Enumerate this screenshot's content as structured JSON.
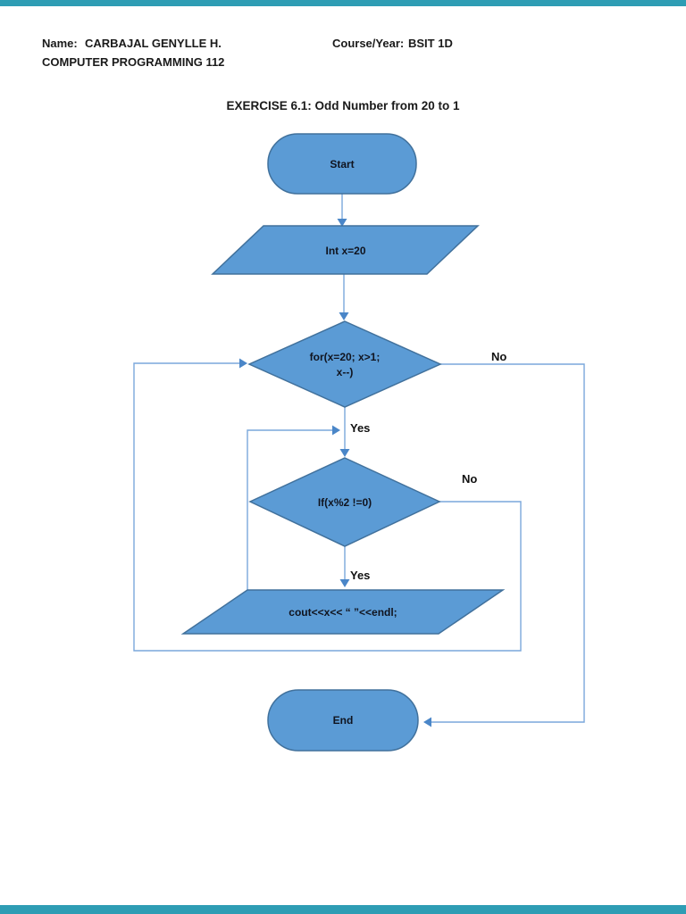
{
  "page": {
    "top_bar_color": "#2E9DB4",
    "bottom_bar_color": "#2E9DB4"
  },
  "header": {
    "name_label": "Name:",
    "name_value": "CARBAJAL GENYLLE H.",
    "course_label": "Course/Year:",
    "course_value": "BSIT 1D",
    "subject_line": "COMPUTER PROGRAMMING 112"
  },
  "title": "EXERCISE 6.1: Odd Number from 20 to 1",
  "flowchart": {
    "shape_fill": "#5B9BD5",
    "shape_border": "#41719C",
    "connector_color": "#7AA7DB",
    "arrowhead_color": "#4A86C8",
    "nodes": {
      "start": "Start",
      "init": "Int x=20",
      "loop_line1": "for(x=20; x>1;",
      "loop_line2": "x--)",
      "condition": "If(x%2 !=0)",
      "output": "cout<<x<< “ ”<<endl;",
      "end": "End"
    },
    "labels": {
      "loop_yes": "Yes",
      "loop_no": "No",
      "cond_yes": "Yes",
      "cond_no": "No"
    }
  }
}
